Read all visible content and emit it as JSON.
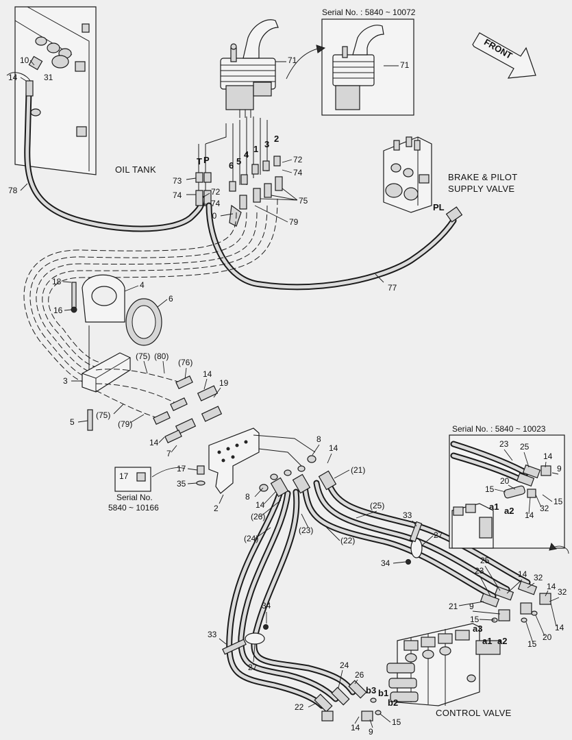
{
  "serial_boxes": {
    "top": "Serial No. : 5840 ~ 10072",
    "right": "Serial No. : 5840 ~ 10023",
    "left_line1": "Serial No.",
    "left_line2": "5840 ~ 10166"
  },
  "titles": {
    "front": "FRONT",
    "oil_tank": "OIL TANK",
    "brake_line1": "BRAKE & PILOT",
    "brake_line2": "SUPPLY VALVE",
    "control_valve": "CONTROL VALVE"
  },
  "port_labels": {
    "T": "T",
    "P": "P",
    "PL": "PL",
    "p1": "1",
    "p2": "2",
    "p3": "3",
    "p4": "4",
    "p5": "5",
    "p6": "6",
    "a1": "a1",
    "a2": "a2",
    "a3": "a3",
    "b1": "b1",
    "b2": "b2",
    "b3": "b3",
    "ra1": "a1",
    "ra2": "a2"
  },
  "callouts": {
    "c71a": "71",
    "c71b": "71",
    "c10": "10",
    "c14a": "14",
    "c31": "31",
    "c78": "78",
    "c72a": "72",
    "c72b": "72",
    "c73": "73",
    "c74a": "74",
    "c74b": "74",
    "c74c": "74",
    "c75": "75",
    "c79": "79",
    "c80": "80",
    "c77": "77",
    "c18": "18",
    "c16": "16",
    "c4": "4",
    "c6": "6",
    "c3": "3",
    "c5": "5",
    "c75p": "(75)",
    "c80p": "(80)",
    "c76p": "(76)",
    "c75p2": "(75)",
    "c79p": "(79)",
    "c14b": "14",
    "c19": "19",
    "c14c": "14",
    "c7": "7",
    "c17a": "17",
    "c17b": "17",
    "c35": "35",
    "c2": "2",
    "c8a": "8",
    "c14d": "14",
    "c21p": "(21)",
    "c8b": "8",
    "c14e": "14",
    "c26p": "(26)",
    "c24p": "(24)",
    "c23p": "(23)",
    "c22p": "(22)",
    "c25p": "(25)",
    "c33a": "33",
    "c27a": "27",
    "c34a": "34",
    "c25": "25",
    "c23": "23",
    "c14f": "14",
    "c32a": "32",
    "c14g": "14",
    "c32b": "32",
    "c21": "21",
    "c9a": "9",
    "c15a": "15",
    "c14h": "14",
    "c20a": "20",
    "c15b": "15",
    "c34b": "34",
    "c33b": "33",
    "c27b": "27",
    "c24": "24",
    "c26": "26",
    "c22": "22",
    "c14i": "14",
    "c9b": "9",
    "c15c": "15",
    "r23": "23",
    "r25": "25",
    "r14a": "14",
    "r9": "9",
    "r20": "20",
    "r15a": "15",
    "r14b": "14",
    "r32": "32",
    "r15b": "15"
  }
}
